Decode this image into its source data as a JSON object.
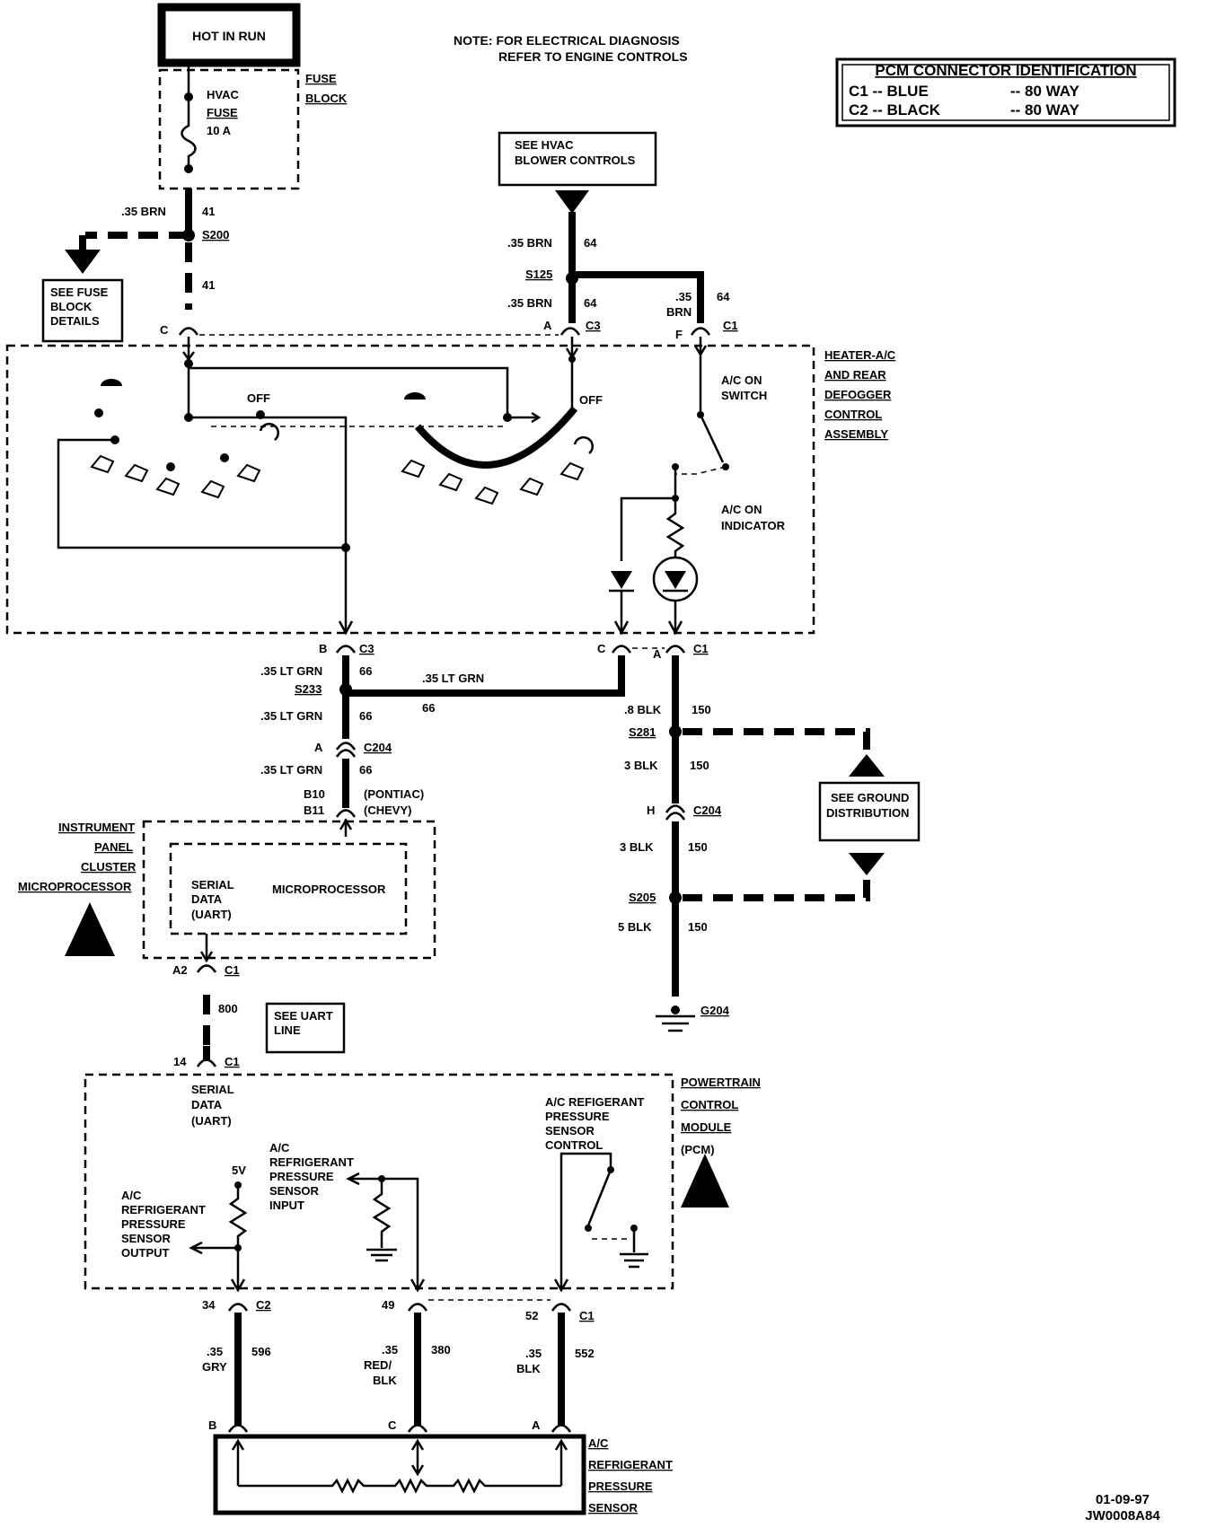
{
  "note": {
    "line1": "NOTE: FOR ELECTRICAL DIAGNOSIS",
    "line2": "REFER TO ENGINE CONTROLS"
  },
  "pcm_id": {
    "title": "PCM CONNECTOR IDENTIFICATION",
    "r1a": "C1 -- BLUE",
    "r1b": "-- 80 WAY",
    "r2a": "C2 -- BLACK",
    "r2b": "-- 80 WAY"
  },
  "hot_in_run": "HOT IN RUN",
  "fuse": {
    "l1": "HVAC",
    "l2": "FUSE",
    "l3": "10 A",
    "block1": "FUSE",
    "block2": "BLOCK"
  },
  "wires": {
    "w41a_gauge": ".35 BRN",
    "w41a_num": "41",
    "s200": "S200",
    "w41b_num": "41",
    "fuseblock_ref1": "SEE FUSE",
    "fuseblock_ref2": "BLOCK",
    "fuseblock_ref3": "DETAILS",
    "blower_ref1": "SEE HVAC",
    "blower_ref2": "BLOWER CONTROLS",
    "w64a_gauge": ".35 BRN",
    "w64a_num": "64",
    "s125": "S125",
    "w64b_gauge": ".35 BRN",
    "w64b_num": "64",
    "w64c_gauge1": ".35",
    "w64c_gauge2": "BRN",
    "w64c_num": "64",
    "w66a_gauge": ".35 LT GRN",
    "w66a_num": "66",
    "s233": "S233",
    "w66h_gauge": ".35 LT GRN",
    "w66h_num": "66",
    "w66b_gauge": ".35 LT GRN",
    "w66b_num": "66",
    "w66c_gauge": ".35 LT GRN",
    "w66c_num": "66",
    "w150a_gauge": ".8 BLK",
    "w150a_num": "150",
    "s281": "S281",
    "w150b_gauge": "3 BLK",
    "w150b_num": "150",
    "w150c_gauge": "3 BLK",
    "w150c_num": "150",
    "s205": "S205",
    "w150d_gauge": "5 BLK",
    "w150d_num": "150",
    "g204": "G204",
    "ground_ref1": "SEE GROUND",
    "ground_ref2": "DISTRIBUTION",
    "w800_num": "800",
    "uart_ref1": "SEE UART",
    "uart_ref2": "LINE",
    "w596_gauge1": ".35",
    "w596_gauge2": "GRY",
    "w596_num": "596",
    "w380_gauge1": ".35",
    "w380_gauge2": "RED/",
    "w380_gauge3": "BLK",
    "w380_num": "380",
    "w552_gauge1": ".35",
    "w552_gauge2": "BLK",
    "w552_num": "552"
  },
  "connectors": {
    "c_pin": "C",
    "a_pin": "A",
    "c3_top": "C3",
    "f_pin": "F",
    "c1_top": "C1",
    "b_pin": "B",
    "c3_bot": "C3",
    "c_pin2": "C",
    "a_pin2": "A",
    "c1_bot": "C1",
    "a_c204": "A",
    "c204a": "C204",
    "h_c204": "H",
    "c204b": "C204",
    "b10": "B10",
    "b11": "B11",
    "pontiac": "(PONTIAC)",
    "chevy": "(CHEVY)",
    "a2": "A2",
    "c1_ipc": "C1",
    "p14": "14",
    "c1_pcm": "C1",
    "p34": "34",
    "c2_pcm": "C2",
    "p49": "49",
    "p52": "52",
    "c1_pcm2": "C1",
    "b_sensor": "B",
    "c_sensor": "C",
    "a_sensor": "A"
  },
  "heater": {
    "t1": "HEATER-A/C",
    "t2": "AND REAR",
    "t3": "DEFOGGER",
    "t4": "CONTROL",
    "t5": "ASSEMBLY",
    "off1": "OFF",
    "off2": "OFF",
    "sw1": "A/C ON",
    "sw2": "SWITCH",
    "ind1": "A/C ON",
    "ind2": "INDICATOR"
  },
  "ipc": {
    "t1": "INSTRUMENT",
    "t2": "PANEL",
    "t3": "CLUSTER",
    "t4": "MICROPROCESSOR",
    "serial1": "SERIAL",
    "serial2": "DATA",
    "serial3": "(UART)",
    "micro": "MICROPROCESSOR"
  },
  "pcm": {
    "t1": "POWERTRAIN",
    "t2": "CONTROL",
    "t3": "MODULE",
    "t4": "(PCM)",
    "serial1": "SERIAL",
    "serial2": "DATA",
    "serial3": "(UART)",
    "v5": "5V",
    "out1": "A/C",
    "out2": "REFRIGERANT",
    "out3": "PRESSURE",
    "out4": "SENSOR",
    "out5": "OUTPUT",
    "in1": "A/C",
    "in2": "REFRIGERANT",
    "in3": "PRESSURE",
    "in4": "SENSOR",
    "in5": "INPUT",
    "ctl1": "A/C REFIGERANT",
    "ctl2": "PRESSURE",
    "ctl3": "SENSOR",
    "ctl4": "CONTROL"
  },
  "sensor": {
    "t1": "A/C",
    "t2": "REFRIGERANT",
    "t3": "PRESSURE",
    "t4": "SENSOR"
  },
  "stamp": {
    "date": "01-09-97",
    "code": "JW0008A84"
  }
}
